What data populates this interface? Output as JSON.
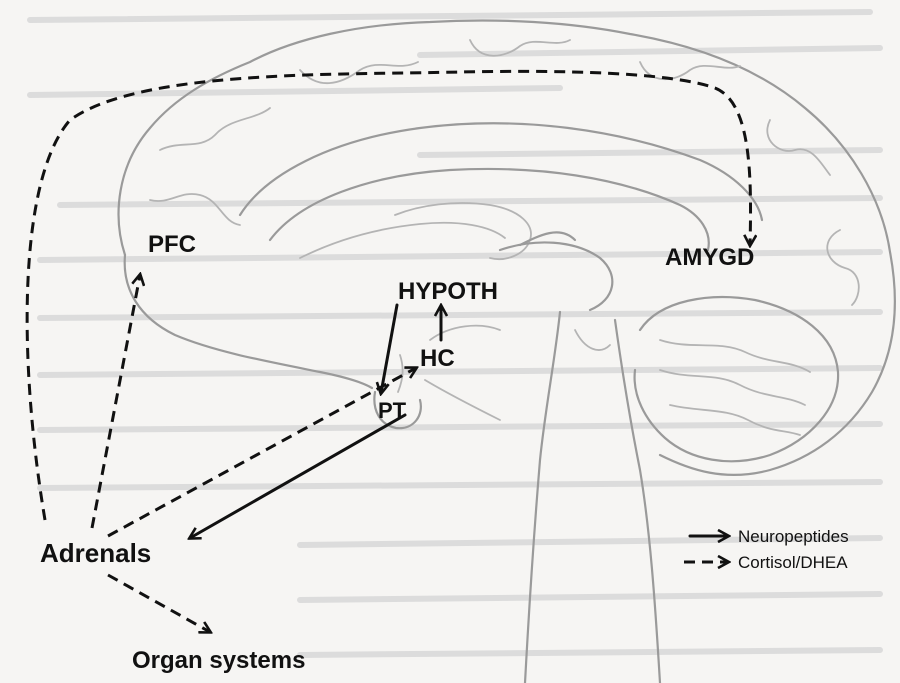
{
  "nodes": {
    "pfc": "PFC",
    "amygd": "AMYGD",
    "hypoth": "HYPOTH",
    "hc": "HC",
    "pt": "PT",
    "adrenals": "Adrenals",
    "organ_systems": "Organ systems"
  },
  "legend": {
    "solid_label": "Neuropeptides",
    "dashed_label": "Cortisol/DHEA"
  },
  "colors": {
    "ink": "#111111",
    "brain_outline": "#9a9a9a",
    "background": "#f6f5f3"
  }
}
